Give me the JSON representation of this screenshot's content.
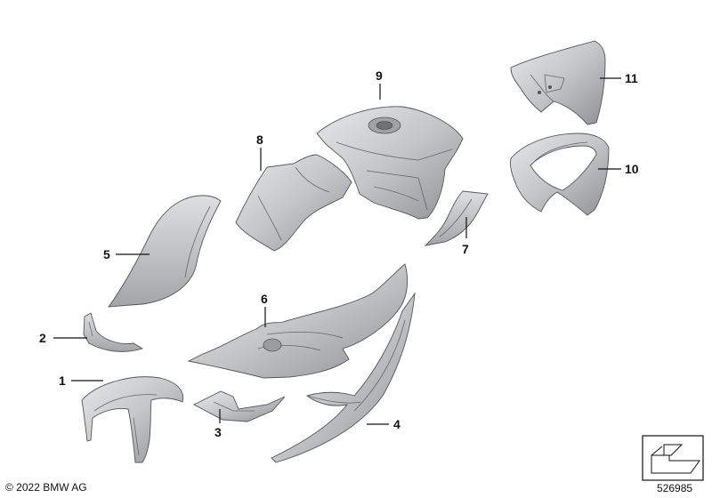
{
  "callouts": [
    {
      "id": "1",
      "label": "1"
    },
    {
      "id": "2",
      "label": "2"
    },
    {
      "id": "3",
      "label": "3"
    },
    {
      "id": "4",
      "label": "4"
    },
    {
      "id": "5",
      "label": "5"
    },
    {
      "id": "6",
      "label": "6"
    },
    {
      "id": "7",
      "label": "7"
    },
    {
      "id": "8",
      "label": "8"
    },
    {
      "id": "9",
      "label": "9"
    },
    {
      "id": "10",
      "label": "10"
    },
    {
      "id": "11",
      "label": "11"
    }
  ],
  "footer": {
    "copyright": "© 2022 BMW AG",
    "document_number": "526985"
  },
  "colors": {
    "part_fill": "#c4c6c8",
    "part_shade": "#9c9ea1",
    "part_highlight": "#e4e5e7",
    "line": "#111111"
  },
  "icons": {
    "stamp": "direction-arrow-stamp-icon"
  }
}
